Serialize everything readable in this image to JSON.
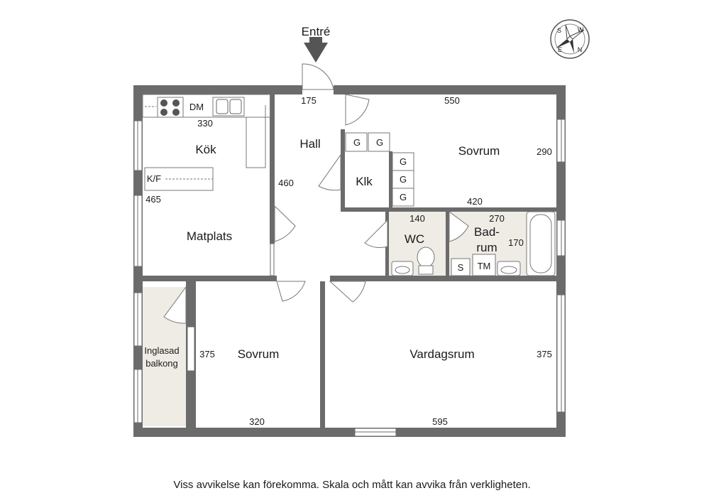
{
  "entrance": "Entré",
  "rooms": {
    "kitchen": "Kök",
    "dining": "Matplats",
    "hall": "Hall",
    "closet": "Klk",
    "bedroom_top": "Sovrum",
    "wc": "WC",
    "bathroom_line1": "Bad-",
    "bathroom_line2": "rum",
    "bedroom_bottom": "Sovrum",
    "living": "Vardagsrum",
    "balcony_line1": "Inglasad",
    "balcony_line2": "balkong"
  },
  "fixtures": {
    "dishwasher": "DM",
    "fridge_freezer": "K/F",
    "wardrobe": "G",
    "washer": "TM",
    "dryer": "S"
  },
  "dimensions": {
    "kitchen_width": "330",
    "kitchen_depth": "465",
    "hall_width": "175",
    "hall_depth": "460",
    "bedroom_top_width": "550",
    "bedroom_top_depth": "290",
    "bedroom_top_inner": "420",
    "wc_width": "140",
    "bath_width": "270",
    "bath_depth": "170",
    "bedroom_bottom_depth": "375",
    "bedroom_bottom_width": "320",
    "living_width": "595",
    "living_depth": "375"
  },
  "compass": {
    "s": "S",
    "w": "W",
    "n": "N",
    "e": "E"
  },
  "disclaimer": "Viss avvikelse kan förekomma. Skala och mått kan avvika från verkligheten."
}
